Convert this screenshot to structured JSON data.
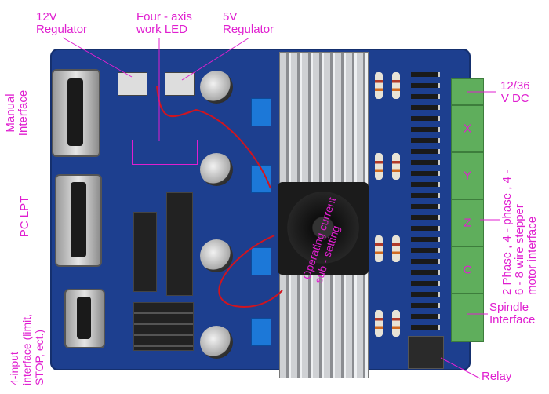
{
  "labels": {
    "reg12": "12V\nRegulator",
    "led": "Four - axis\nwork LED",
    "reg5": "5V\nRegulator",
    "manual": "Manual\nInterface",
    "lpt": "PC LPT",
    "input": "4-input\ninterface (limit,\nSTOP, ect.)",
    "power": "12/36\nV DC",
    "motor": "2 Phase , 4 - phase , 4 -\n6 - 8 wire stepper\nmotor interface",
    "current": "Operating current\nsub - setting",
    "spindle": "Spindle\nInterface",
    "relay": "Relay"
  },
  "axes": [
    "X",
    "Y",
    "Z",
    "C"
  ],
  "colors": {
    "annotation": "#e01fd0",
    "board": "#1d3f8f",
    "terminal": "#5fae5c"
  }
}
